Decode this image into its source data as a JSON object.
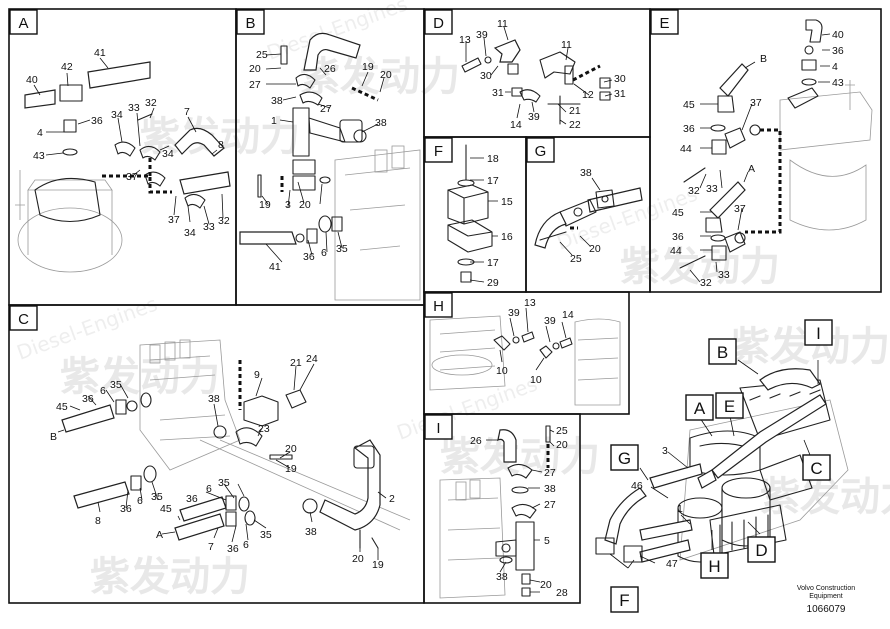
{
  "watermark": {
    "brand_cn": "紫发动力",
    "brand_en": "Diesel-Engines"
  },
  "panels": [
    {
      "id": "A",
      "labels": [
        "40",
        "42",
        "41",
        "36",
        "4",
        "43",
        "34",
        "33",
        "32",
        "7",
        "8",
        "34",
        "37",
        "37",
        "34",
        "33",
        "32"
      ]
    },
    {
      "id": "B",
      "labels": [
        "25",
        "20",
        "27",
        "38",
        "1",
        "26",
        "27",
        "19",
        "20",
        "38",
        "19",
        "3",
        "20",
        "41",
        "36",
        "6",
        "35"
      ]
    },
    {
      "id": "D",
      "labels": [
        "13",
        "39",
        "11",
        "30",
        "31",
        "11",
        "30",
        "31",
        "12",
        "21",
        "14",
        "39",
        "22"
      ]
    },
    {
      "id": "E",
      "labels": [
        "40",
        "36",
        "4",
        "43",
        "B",
        "45",
        "37",
        "36",
        "44",
        "32",
        "33",
        "A",
        "45",
        "37",
        "36",
        "44",
        "32",
        "33"
      ]
    },
    {
      "id": "F",
      "labels": [
        "18",
        "17",
        "15",
        "16",
        "17",
        "29"
      ]
    },
    {
      "id": "G",
      "labels": [
        "38",
        "25",
        "20"
      ]
    },
    {
      "id": "C",
      "labels": [
        "35",
        "36",
        "6",
        "45",
        "B",
        "38",
        "9",
        "21",
        "24",
        "23",
        "20",
        "19",
        "8",
        "36",
        "6",
        "35",
        "6",
        "35",
        "36",
        "45",
        "A",
        "7",
        "36",
        "6",
        "35",
        "38",
        "2",
        "20",
        "19"
      ]
    },
    {
      "id": "H",
      "labels": [
        "39",
        "13",
        "39",
        "14",
        "10",
        "10"
      ]
    },
    {
      "id": "I",
      "labels": [
        "26",
        "25",
        "20",
        "27",
        "38",
        "27",
        "5",
        "38",
        "20",
        "28"
      ]
    }
  ],
  "overview": {
    "callouts": [
      "B",
      "I",
      "A",
      "E",
      "G",
      "C",
      "D",
      "H",
      "F"
    ],
    "labels": [
      "3",
      "46",
      "1",
      "47"
    ]
  },
  "footer": {
    "brand_line1": "Volvo Construction",
    "brand_line2": "Equipment",
    "drawing_number": "1066079"
  }
}
